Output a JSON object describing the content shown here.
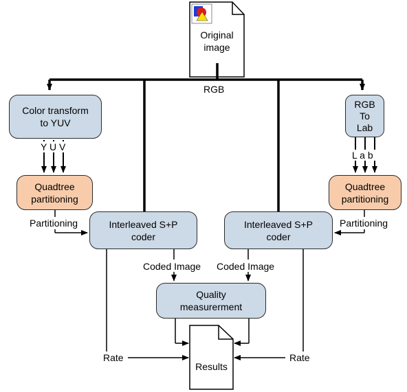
{
  "nodes": {
    "original_image": [
      "Original",
      "image"
    ],
    "color_transform": [
      "Color transform",
      "to YUV"
    ],
    "rgb_to_lab": [
      "RGB",
      "To",
      "Lab"
    ],
    "quadtree_left": [
      "Quadtree",
      "partitioning"
    ],
    "quadtree_right": [
      "Quadtree",
      "partitioning"
    ],
    "coder_left": [
      "Interleaved S+P",
      "coder"
    ],
    "coder_right": [
      "Interleaved S+P",
      "coder"
    ],
    "quality": [
      "Quality",
      "measurerment"
    ],
    "results": "Results"
  },
  "labels": {
    "rgb": "RGB",
    "yuv": "Y U V",
    "lab": "L a b",
    "partitioning_left": "Partitioning",
    "partitioning_right": "Partitioning",
    "coded_image_left": "Coded Image",
    "coded_image_right": "Coded Image",
    "rate_left": "Rate",
    "rate_right": "Rate"
  },
  "colors": {
    "process_fill": "#ccd9e6",
    "partition_fill": "#f8ccab",
    "stroke": "#000000"
  }
}
